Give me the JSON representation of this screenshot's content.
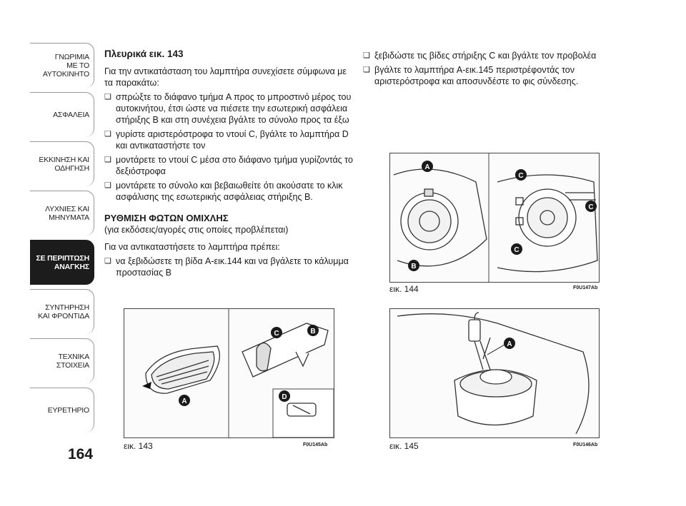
{
  "sidebar": {
    "tabs": [
      {
        "label": "ΓΝΩΡΙΜΙΑ\nΜΕ ΤΟ\nΑΥΤΟΚΙΝΗΤΟ"
      },
      {
        "label": "ΑΣΦΑΛΕΙΑ"
      },
      {
        "label": "ΕΚΚΙΝΗΣΗ ΚΑΙ\nΟΔΗΓΗΣΗ"
      },
      {
        "label": "ΛΥΧΝΙΕΣ ΚΑΙ\nΜΗΝΥΜΑΤΑ"
      },
      {
        "label": "ΣΕ ΠΕΡΙΠΤΩΣΗ\nΑΝΑΓΚΗΣ"
      },
      {
        "label": "ΣΥΝΤΗΡΗΣΗ\nΚΑΙ ΦΡΟΝΤΙΔΑ"
      },
      {
        "label": "ΤΕΧΝΙΚΑ\nΣΤΟΙΧΕΙΑ"
      },
      {
        "label": "ΕΥΡΕΤΗΡΙΟ"
      }
    ],
    "active_index": 4
  },
  "page_number": "164",
  "left": {
    "heading": "Πλευρικά εικ. 143",
    "intro": "Για την αντικατάσταση του λαμπτήρα συνεχίσετε σύμφωνα με τα παρακάτω:",
    "bullets": [
      "σπρώξτε το διάφανο τμήμα A προς το μπροστινό μέρος του αυτοκινήτου, έτσι ώστε να πιέσετε την εσωτερική ασφάλεια στήριξης B και στη συνέχεια βγάλτε το σύνολο προς τα έξω",
      "γυρίστε αριστερόστροφα το ντουί C, βγάλτε το λαμπτήρα D και αντικαταστήστε τον",
      "μοντάρετε το ντουί C μέσα στο διάφανο τμήμα γυρίζοντάς το δεξιόστροφα",
      "μοντάρετε το σύνολο και βεβαιωθείτε ότι ακούσατε το κλικ ασφάλισης της εσωτερικής ασφάλειας στήριξης B."
    ],
    "section_title": "ΡΥΘΜΙΣΗ ΦΩΤΩΝ ΟΜΙΧΛΗΣ",
    "section_subtitle": "(για εκδόσεις/αγορές στις οποίες προβλέπεται)",
    "section_intro": "Για να αντικαταστήσετε το λαμπτήρα πρέπει:",
    "section_bullets": [
      "να ξεβιδώσετε τη βίδα A-εικ.144 και να βγάλετε το κάλυμμα προστασίας B"
    ]
  },
  "right": {
    "bullets": [
      "ξεβιδώστε τις βίδες στήριξης C και βγάλτε τον προβολέα",
      "βγάλτε το λαμπτήρα A-εικ.145 περιστρέφοντάς τον αριστερόστροφα και αποσυνδέστε το φις σύνδεσης."
    ]
  },
  "figures": {
    "fig143": {
      "caption": "εικ. 143",
      "code": "F0U145Ab",
      "labels": [
        "A",
        "B",
        "C",
        "D"
      ]
    },
    "fig144": {
      "caption": "εικ. 144",
      "code": "F0U147Ab",
      "labels": [
        "A",
        "B",
        "C",
        "C",
        "C"
      ]
    },
    "fig145": {
      "caption": "εικ. 145",
      "code": "F0U146Ab",
      "labels": [
        "A"
      ]
    }
  }
}
